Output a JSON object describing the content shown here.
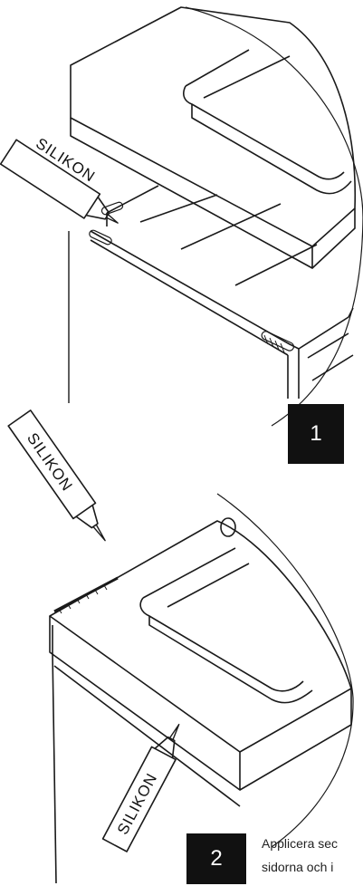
{
  "diagram": {
    "step1": {
      "number": "1",
      "tube_label": "SILIKON"
    },
    "step2": {
      "number": "2",
      "tube_label_top": "SILIKON",
      "tube_label_bottom": "SILIKON",
      "caption_line1": "Applicera sec",
      "caption_line2": "sidorna och i"
    }
  },
  "colors": {
    "line": "#1a1a1a",
    "badge_bg": "#111111",
    "badge_text": "#ffffff"
  }
}
